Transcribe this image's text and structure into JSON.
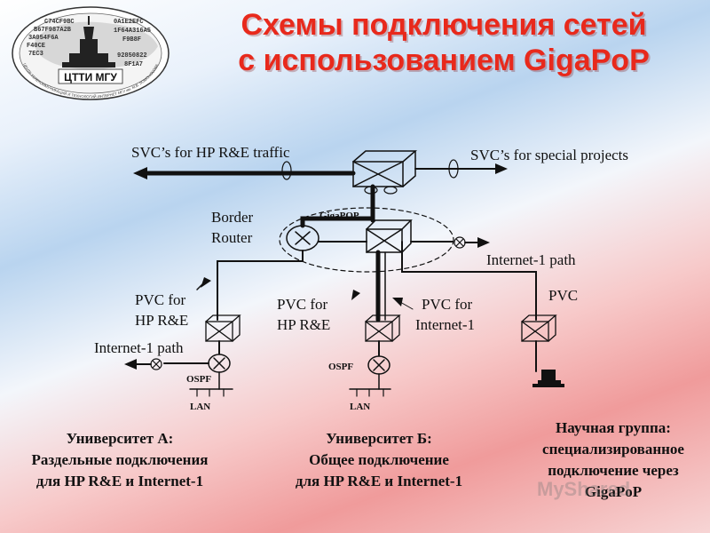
{
  "title": {
    "line1": "Схемы подключения сетей",
    "line2": "с использованием GigaPoP"
  },
  "logo": {
    "label": "ЦТТИ МГУ",
    "ring_text": "ЦЕНТР ТЕЛЕКОММУНИКАЦИЙ И ТЕХНОЛОГИЙ ИНТЕРНЕТ МГУ им. М.В. ЛОМОНОСОВА",
    "code_lines": [
      "C74CF9BC",
      "B67F987A2B",
      "3A054F6A",
      "F40CE",
      "7EC3",
      "0A1E2EFC",
      "1F64A316A5",
      "F9B8F",
      "92850822",
      "8F1A7"
    ]
  },
  "diagram": {
    "svc_hp_re": "SVC’s for HP R&E traffic",
    "svc_special": "SVC’s for special projects",
    "border_router": [
      "Border",
      "Router"
    ],
    "gigapop": "GigaPOP",
    "internet1_path_right": "Internet-1 path",
    "pvc_for_hp_re_a": [
      "PVC for",
      "HP R&E"
    ],
    "pvc_for_hp_re_b": [
      "PVC for",
      "HP R&E"
    ],
    "pvc_for_internet1": [
      "PVC for",
      "Internet-1"
    ],
    "pvc": "PVC",
    "internet1_path_left": "Internet-1 path",
    "ospf_a": "OSPF",
    "ospf_b": "OSPF",
    "lan_a": "LAN",
    "lan_b": "LAN"
  },
  "captions": {
    "uni_a": [
      "Университет А:",
      "Раздельные подключения",
      "для HP R&E и Internet-1"
    ],
    "uni_b": [
      "Университет Б:",
      "Общее подключение",
      "для HP R&E и Internet-1"
    ],
    "science": [
      "Научная группа:",
      "специализированное",
      "подключение через",
      "GigaPoP"
    ]
  },
  "watermark": "MyShared",
  "colors": {
    "title": "#e8291c",
    "lines": "#111111"
  }
}
